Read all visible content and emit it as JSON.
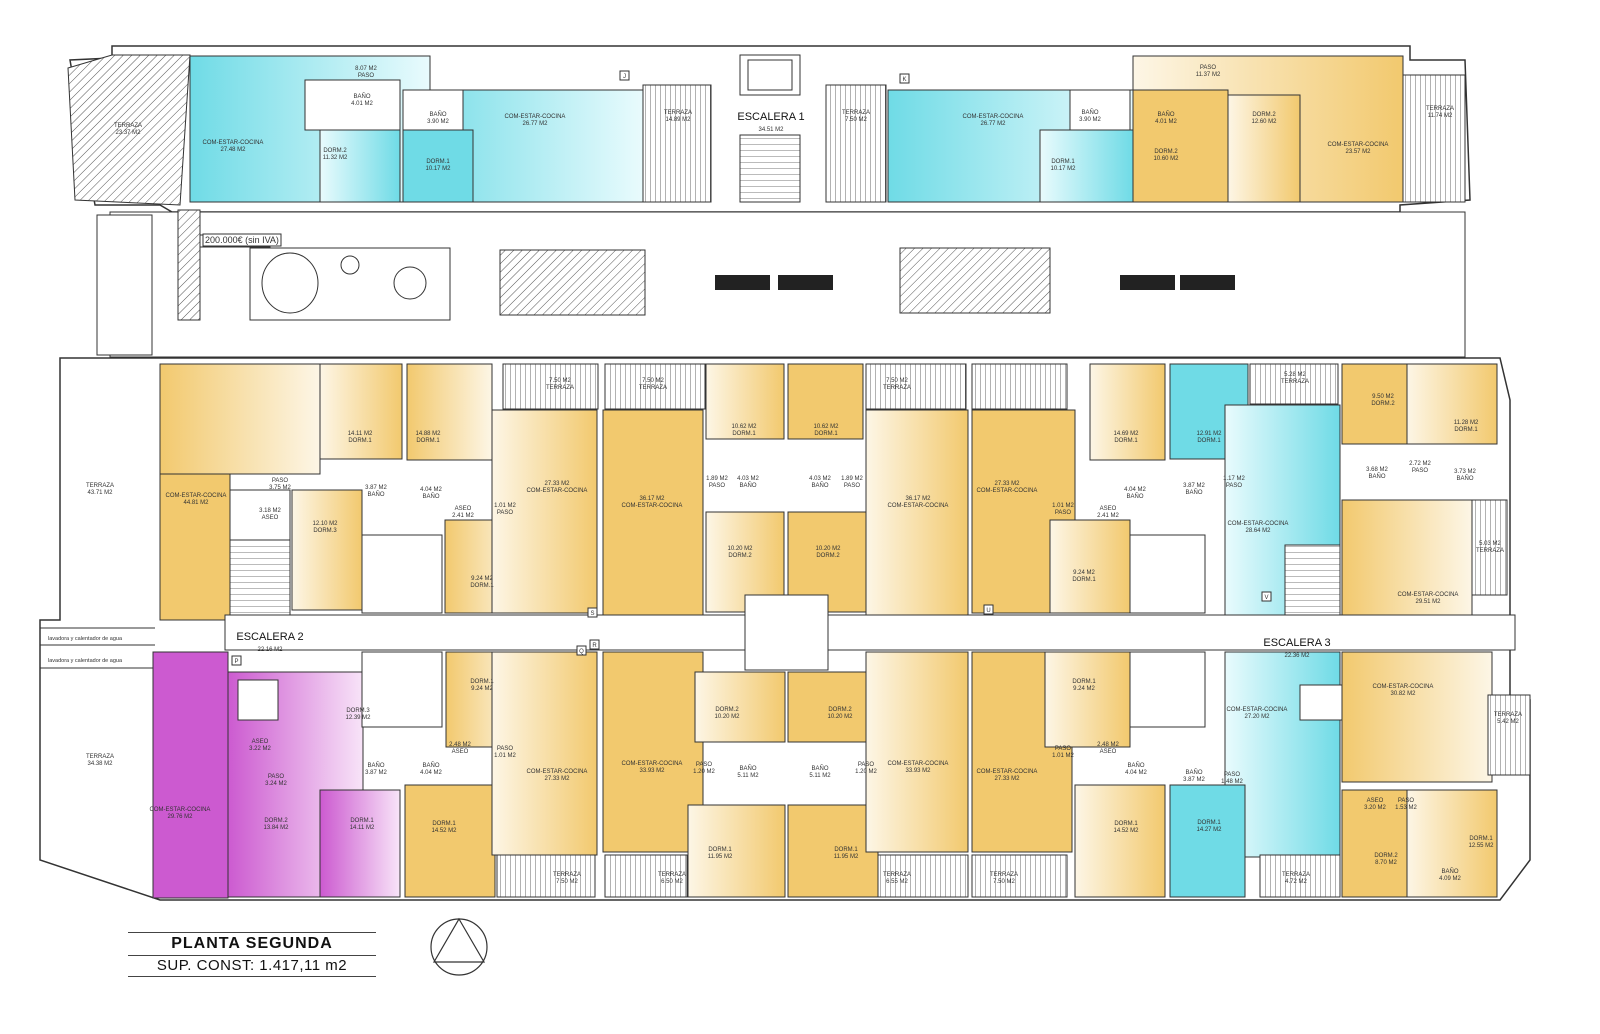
{
  "title": "PLANTA SEGUNDA",
  "subtitle": "SUP. CONST: 1.417,11 m2",
  "price_tag": "200.000€ (sin IVA)",
  "colors": {
    "cyan": "#7fe3ea",
    "yellow": "#f4cf7a",
    "magenta": "#d46ad8",
    "wall": "#333333"
  },
  "stairs": {
    "s1": "ESCALERA 1",
    "s1_area": "34.51 M2",
    "s2": "ESCALERA 2",
    "s2_area": "22.16 M2",
    "s3": "ESCALERA 3",
    "s3_area": "22.36 M2"
  },
  "utility": {
    "lav1": "lavadora y calentador de agua",
    "lav2": "lavadora y calentador de agua"
  },
  "markers": [
    "J",
    "K",
    "S",
    "Q",
    "R",
    "P",
    "U",
    "V"
  ],
  "top": {
    "terraza_left": "TERRAZA",
    "terraza_left_area": "23.37 M2",
    "paso_a": "PASO",
    "paso_a_area": "8.07 M2",
    "com_a": "COM-ESTAR-COCINA",
    "com_a_area": "27.48 M2",
    "bano_a": "BAÑO",
    "bano_a_area": "4.01 M2",
    "dorm2_a": "DORM.2",
    "dorm2_a_area": "11.32 M2",
    "bano_b": "BAÑO",
    "bano_b_area": "3.90 M2",
    "com_b": "COM-ESTAR-COCINA",
    "com_b_area": "26.77 M2",
    "dorm1_b": "DORM.1",
    "dorm1_b_area": "10.17 M2",
    "terraza_b": "TERRAZA",
    "terraza_b_area": "14.89 M2",
    "terraza_c": "TERRAZA",
    "terraza_c_area": "7.50 M2",
    "com_c": "COM-ESTAR-COCINA",
    "com_c_area": "26.77 M2",
    "bano_c": "BAÑO",
    "bano_c_area": "3.90 M2",
    "dorm1_c": "DORM.1",
    "dorm1_c_area": "10.17 M2",
    "paso_d": "PASO",
    "paso_d_area": "11.37 M2",
    "bano_d": "BAÑO",
    "bano_d_area": "4.01 M2",
    "dorm2_d": "DORM.2",
    "dorm2_d_area": "10.60 M2",
    "dorm2_e": "DORM.2",
    "dorm2_e_area": "12.60 M2",
    "com_d": "COM-ESTAR-COCINA",
    "com_d_area": "23.57 M2",
    "terraza_right": "TERRAZA",
    "terraza_right_area": "11.74 M2"
  },
  "bottom": {
    "terraza_far_left": "TERRAZA",
    "terraza_far_left_area": "43.71 M2",
    "terraza_low_left": "TERRAZA",
    "terraza_low_left_area": "34.38 M2",
    "com_1": "COM-ESTAR-COCINA",
    "com_1_area": "44.81 M2",
    "paso_1": "PASO",
    "paso_1_area": "3.75 M2",
    "dorm1_1": "DORM.1",
    "dorm1_1_area": "14.11 M2",
    "dorm3_1": "DORM.3",
    "dorm3_1_area": "12.10 M2",
    "bano_1": "BAÑO",
    "bano_1_area": "3.87 M2",
    "aseo_1": "ASEO",
    "aseo_1_area": "3.18 M2",
    "dorm1_2": "DORM.1",
    "dorm1_2_area": "14.88 M2",
    "bano_2": "BAÑO",
    "bano_2_area": "4.04 M2",
    "aseo_2": "ASEO",
    "aseo_2_area": "2.41 M2",
    "paso_2": "PASO",
    "paso_2_area": "1.01 M2",
    "com_2": "COM-ESTAR-COCINA",
    "com_2_area": "27.33 M2",
    "dorm1_2b": "DORM.1",
    "dorm1_2b_area": "9.24 M2",
    "ter_3": "TERRAZA",
    "ter_3_area": "7.50 M2",
    "com_3": "COM-ESTAR-COCINA",
    "com_3_area": "36.17 M2",
    "dorm1_3": "DORM.1",
    "dorm1_3_area": "10.62 M2",
    "paso_3": "PASO",
    "paso_3_area": "1.89 M2",
    "bano_3": "BAÑO",
    "bano_3_area": "4.03 M2",
    "dorm2_3": "DORM.2",
    "dorm2_3_area": "10.20 M2",
    "ter_4": "TERRAZA",
    "ter_4_area": "7.50 M2",
    "com_4": "COM-ESTAR-COCINA",
    "com_4_area": "36.17 M2",
    "dorm1_4": "DORM.1",
    "dorm1_4_area": "10.62 M2",
    "paso_4": "PASO",
    "paso_4_area": "1.89 M2",
    "bano_4": "BAÑO",
    "bano_4_area": "4.03 M2",
    "dorm2_4": "DORM.2",
    "dorm2_4_area": "10.20 M2",
    "ter_5": "TERRAZA",
    "ter_5_area": "7.50 M2",
    "com_5": "COM-ESTAR-COCINA",
    "com_5_area": "27.33 M2",
    "dorm1_5": "DORM.1",
    "dorm1_5_area": "14.69 M2",
    "bano_5": "BAÑO",
    "bano_5_area": "4.04 M2",
    "aseo_5": "ASEO",
    "aseo_5_area": "2.41 M2",
    "paso_5": "PASO",
    "paso_5_area": "1.01 M2",
    "dorm1_5b": "DORM.1",
    "dorm1_5b_area": "9.24 M2",
    "ter_6": "TERRAZA",
    "ter_6_area": "5.28 M2",
    "dorm1_6": "DORM.1",
    "dorm1_6_area": "12.91 M2",
    "bano_6": "BAÑO",
    "bano_6_area": "3.87 M2",
    "paso_6": "PASO",
    "paso_6_area": "1.17 M2",
    "com_6": "COM-ESTAR-COCINA",
    "com_6_area": "28.64 M2",
    "dorm2_7": "DORM.2",
    "dorm2_7_area": "9.50 M2",
    "dorm1_7": "DORM.1",
    "dorm1_7_area": "11.28 M2",
    "bano_7": "BAÑO",
    "bano_7_area": "3.68 M2",
    "paso_7": "PASO",
    "paso_7_area": "2.72 M2",
    "bano_7b": "BAÑO",
    "bano_7b_area": "3.73 M2",
    "ter_7": "TERRAZA",
    "ter_7_area": "5.03 M2",
    "com_7": "COM-ESTAR-COCINA",
    "com_7_area": "29.51 M2",
    "com_8": "COM-ESTAR-COCINA",
    "com_8_area": "29.76 M2",
    "aseo_8": "ASEO",
    "aseo_8_area": "3.22 M2",
    "paso_8": "PASO",
    "paso_8_area": "3.24 M2",
    "dorm3_8": "DORM.3",
    "dorm3_8_area": "12.39 M2",
    "dorm2_8": "DORM.2",
    "dorm2_8_area": "13.84 M2",
    "dorm1_8": "DORM.1",
    "dorm1_8_area": "14.11 M2",
    "bano_8": "BAÑO",
    "bano_8_area": "3.87 M2",
    "dorm1_9": "DORM.1",
    "dorm1_9_area": "9.24 M2",
    "aseo_9": "ASEO",
    "aseo_9_area": "2.48 M2",
    "bano_9": "BAÑO",
    "bano_9_area": "4.04 M2",
    "paso_9": "PASO",
    "paso_9_area": "1.01 M2",
    "com_9": "COM-ESTAR-COCINA",
    "com_9_area": "27.33 M2",
    "dorm1_9b": "DORM.1",
    "dorm1_9b_area": "14.52 M2",
    "com_10": "COM-ESTAR-COCINA",
    "com_10_area": "33.93 M2",
    "dorm2_10": "DORM.2",
    "dorm2_10_area": "10.20 M2",
    "bano_10": "BAÑO",
    "bano_10_area": "5.11 M2",
    "paso_10": "PASO",
    "paso_10_area": "1.20 M2",
    "dorm1_10": "DORM.1",
    "dorm1_10_area": "11.95 M2",
    "ter_10": "TERRAZA",
    "ter_10_area": "6.50 M2",
    "ter_10b": "TERRAZA",
    "ter_10b_area": "7.50 M2",
    "com_11": "COM-ESTAR-COCINA",
    "com_11_area": "33.93 M2",
    "dorm2_11": "DORM.2",
    "dorm2_11_area": "10.20 M2",
    "bano_11": "BAÑO",
    "bano_11_area": "5.11 M2",
    "paso_11": "PASO",
    "paso_11_area": "1.20 M2",
    "dorm1_11": "DORM.1",
    "dorm1_11_area": "11.95 M2",
    "ter_11": "TERRAZA",
    "ter_11_area": "6.55 M2",
    "ter_11b": "TERRAZA",
    "ter_11b_area": "7.50 M2",
    "dorm1_12": "DORM.1",
    "dorm1_12_area": "9.24 M2",
    "aseo_12": "ASEO",
    "aseo_12_area": "2.48 M2",
    "paso_12": "PASO",
    "paso_12_area": "1.01 M2",
    "bano_12": "BAÑO",
    "bano_12_area": "4.04 M2",
    "com_12": "COM-ESTAR-COCINA",
    "com_12_area": "27.33 M2",
    "dorm1_12b": "DORM.1",
    "dorm1_12b_area": "14.52 M2",
    "com_13": "COM-ESTAR-COCINA",
    "com_13_area": "27.20 M2",
    "bano_13": "BAÑO",
    "bano_13_area": "3.87 M2",
    "paso_13": "PASO",
    "paso_13_area": "1.48 M2",
    "dorm1_13": "DORM.1",
    "dorm1_13_area": "14.27 M2",
    "ter_13": "TERRAZA",
    "ter_13_area": "4.72 M2",
    "com_14": "COM-ESTAR-COCINA",
    "com_14_area": "30.82 M2",
    "ter_14": "TERRAZA",
    "ter_14_area": "5.42 M2",
    "aseo_14": "ASEO",
    "aseo_14_area": "3.20 M2",
    "paso_14": "PASO",
    "paso_14_area": "1.53 M2",
    "dorm2_14": "DORM.2",
    "dorm2_14_area": "8.70 M2",
    "dorm1_14": "DORM.1",
    "dorm1_14_area": "12.55 M2",
    "bano_14": "BAÑO",
    "bano_14_area": "4.09 M2"
  }
}
